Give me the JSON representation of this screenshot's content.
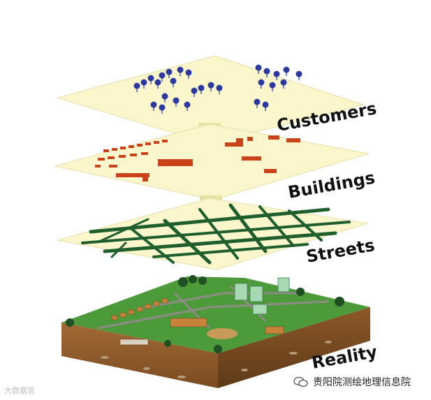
{
  "layers": [
    {
      "key": "customers",
      "label": "Customers"
    },
    {
      "key": "buildings",
      "label": "Buildings"
    },
    {
      "key": "streets",
      "label": "Streets"
    },
    {
      "key": "reality",
      "label": "Reality"
    }
  ],
  "watermark_left": "大数据说",
  "watermark_right": "贵阳院测绘地理信息院",
  "colors": {
    "plane": "#fbf6cc",
    "plane_edge": "#e8e0a8",
    "customer_marker": "#2c3aa0",
    "building": "#c8431a",
    "street": "#1f5f2e",
    "grass": "#4c9a3a",
    "soil": "#8a5a2b"
  },
  "icons": {
    "customer_marker": "pin-icon",
    "wechat": "wechat-icon"
  }
}
